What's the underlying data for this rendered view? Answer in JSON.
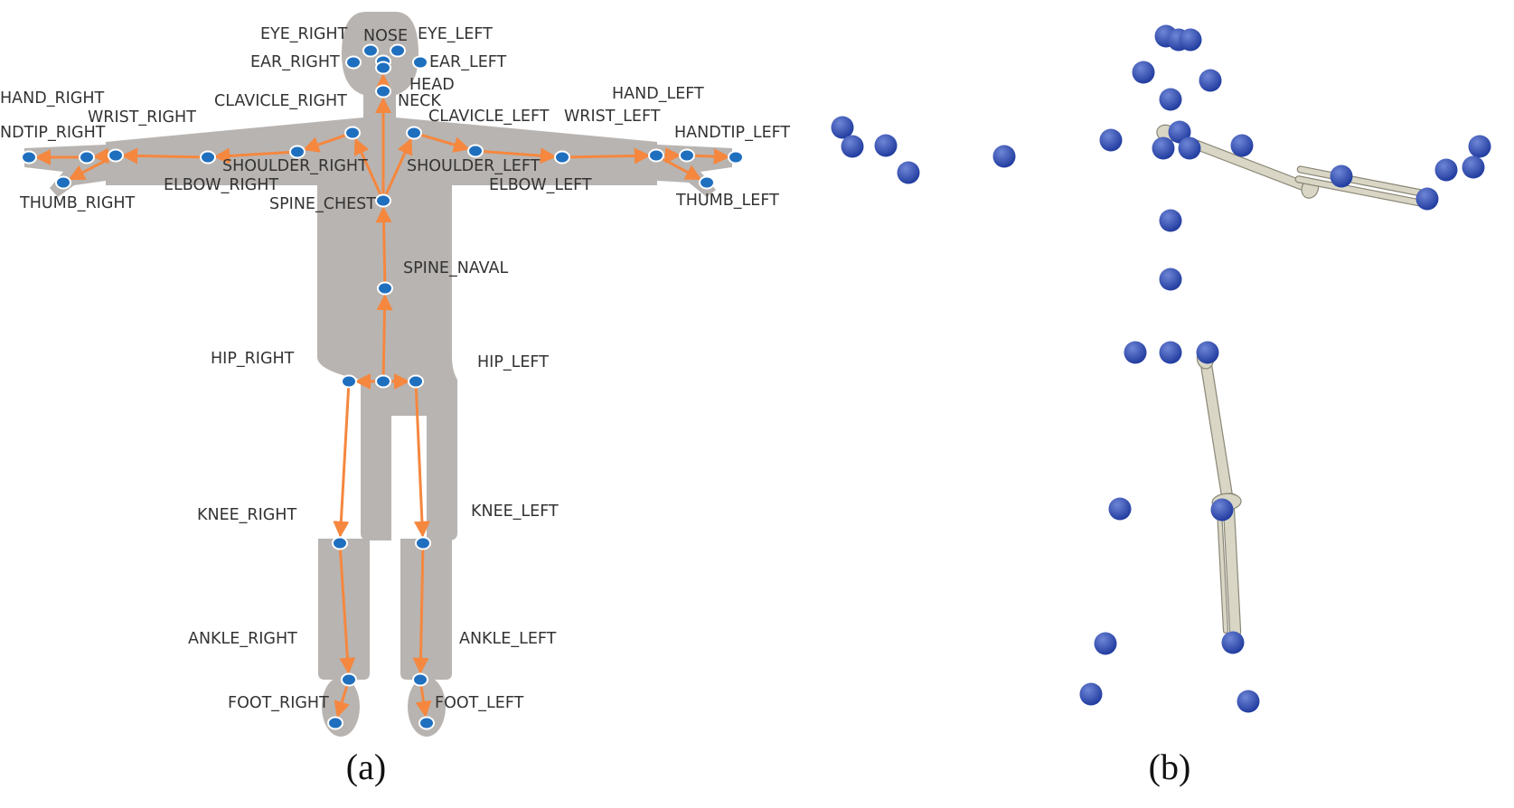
{
  "captions": {
    "a": "(a)",
    "b": "(b)"
  },
  "colors": {
    "body_silhouette": "#b8b4b1",
    "bone_arrow": "#f5873f",
    "joint_fill": "#1f6fbf",
    "joint_ring": "#ffffff",
    "sphere": "#1f3a9e",
    "sphere_highlight": "#6f86d6",
    "bone_mesh": "#d9d6c6",
    "bone_mesh_outline": "#8a8776",
    "label_text": "#333333"
  },
  "joints": [
    {
      "id": "eye_right",
      "label": "EYE_RIGHT"
    },
    {
      "id": "nose",
      "label": "NOSE"
    },
    {
      "id": "eye_left",
      "label": "EYE_LEFT"
    },
    {
      "id": "ear_right",
      "label": "EAR_RIGHT"
    },
    {
      "id": "ear_left",
      "label": "EAR_LEFT"
    },
    {
      "id": "head",
      "label": "HEAD"
    },
    {
      "id": "neck",
      "label": "NECK"
    },
    {
      "id": "clavicle_right",
      "label": "CLAVICLE_RIGHT"
    },
    {
      "id": "clavicle_left",
      "label": "CLAVICLE_LEFT"
    },
    {
      "id": "hand_right",
      "label": "HAND_RIGHT"
    },
    {
      "id": "wrist_right",
      "label": "WRIST_RIGHT"
    },
    {
      "id": "handtip_right",
      "label": "NDTIP_RIGHT"
    },
    {
      "id": "hand_left",
      "label": "HAND_LEFT"
    },
    {
      "id": "wrist_left",
      "label": "WRIST_LEFT"
    },
    {
      "id": "handtip_left",
      "label": "HANDTIP_LEFT"
    },
    {
      "id": "shoulder_right",
      "label": "SHOULDER_RIGHT"
    },
    {
      "id": "shoulder_left",
      "label": "SHOULDER_LEFT"
    },
    {
      "id": "elbow_right",
      "label": "ELBOW_RIGHT"
    },
    {
      "id": "elbow_left",
      "label": "ELBOW_LEFT"
    },
    {
      "id": "thumb_right",
      "label": "THUMB_RIGHT"
    },
    {
      "id": "thumb_left",
      "label": "THUMB_LEFT"
    },
    {
      "id": "spine_chest",
      "label": "SPINE_CHEST"
    },
    {
      "id": "spine_naval",
      "label": "SPINE_NAVAL"
    },
    {
      "id": "pelvis",
      "label": ""
    },
    {
      "id": "hip_right",
      "label": "HIP_RIGHT"
    },
    {
      "id": "hip_left",
      "label": "HIP_LEFT"
    },
    {
      "id": "knee_right",
      "label": "KNEE_RIGHT"
    },
    {
      "id": "knee_left",
      "label": "KNEE_LEFT"
    },
    {
      "id": "ankle_right",
      "label": "ANKLE_RIGHT"
    },
    {
      "id": "ankle_left",
      "label": "ANKLE_LEFT"
    },
    {
      "id": "foot_right",
      "label": "FOOT_RIGHT"
    },
    {
      "id": "foot_left",
      "label": "FOOT_LEFT"
    }
  ],
  "bones": [
    [
      "neck",
      "head"
    ],
    [
      "spine_chest",
      "neck"
    ],
    [
      "spine_chest",
      "clavicle_right"
    ],
    [
      "spine_chest",
      "clavicle_left"
    ],
    [
      "clavicle_right",
      "shoulder_right"
    ],
    [
      "shoulder_right",
      "elbow_right"
    ],
    [
      "elbow_right",
      "wrist_right"
    ],
    [
      "wrist_right",
      "hand_right"
    ],
    [
      "hand_right",
      "handtip_right"
    ],
    [
      "wrist_right",
      "thumb_right"
    ],
    [
      "clavicle_left",
      "shoulder_left"
    ],
    [
      "shoulder_left",
      "elbow_left"
    ],
    [
      "elbow_left",
      "wrist_left"
    ],
    [
      "wrist_left",
      "hand_left"
    ],
    [
      "hand_left",
      "handtip_left"
    ],
    [
      "wrist_left",
      "thumb_left"
    ],
    [
      "spine_naval",
      "spine_chest"
    ],
    [
      "pelvis",
      "spine_naval"
    ],
    [
      "pelvis",
      "hip_right"
    ],
    [
      "pelvis",
      "hip_left"
    ],
    [
      "hip_right",
      "knee_right"
    ],
    [
      "knee_right",
      "ankle_right"
    ],
    [
      "ankle_right",
      "foot_right"
    ],
    [
      "hip_left",
      "knee_left"
    ],
    [
      "knee_left",
      "ankle_left"
    ],
    [
      "ankle_left",
      "foot_left"
    ]
  ],
  "sphere_count": 32,
  "bone_mesh_segments": [
    "left_upper_arm",
    "left_forearm",
    "left_thigh",
    "left_shin"
  ]
}
